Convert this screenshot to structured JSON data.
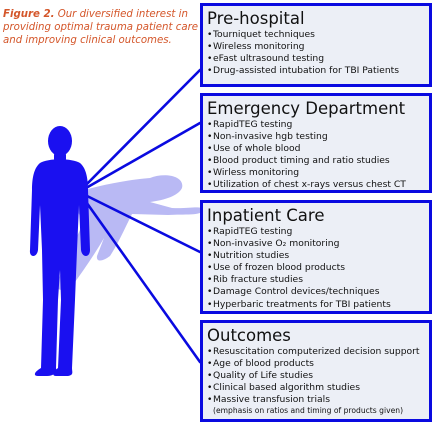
{
  "caption": {
    "label": "Figure 2.",
    "text": "Our diversified interest in providing optimal trauma patient care and improving clinical outcomes."
  },
  "colors": {
    "box_border": "#0a0ae0",
    "box_fill": "#eceff6",
    "person": "#1a10f0",
    "shadow": "#b9b9f4",
    "caption": "#d4562a"
  },
  "boxes": [
    {
      "id": "prehospital",
      "title": "Pre-hospital",
      "items": [
        "Tourniquet techniques",
        "Wireless monitoring",
        "eFast ultrasound testing",
        "Drug-assisted intubation for TBI Patients"
      ]
    },
    {
      "id": "ed",
      "title": "Emergency Department",
      "items": [
        "RapidTEG testing",
        "Non-invasive hgb testing",
        "Use of whole blood",
        "Blood product timing and ratio studies",
        "Wirless monitoring",
        "Utilization of chest x-rays versus chest CT"
      ]
    },
    {
      "id": "inpatient",
      "title": "Inpatient Care",
      "items": [
        "RapidTEG testing",
        "Non-invasive O₂ monitoring",
        "Nutrition studies",
        "Use of frozen blood products",
        "Rib fracture studies",
        "Damage Control devices/techniques",
        "Hyperbaric treatments for TBI patients"
      ]
    },
    {
      "id": "outcomes",
      "title": "Outcomes",
      "items": [
        "Resuscitation computerized decision support",
        "Age of blood products",
        "Quality of Life studies",
        "Clinical based algorithm studies",
        "Massive transfusion trials"
      ],
      "note": "(emphasis on ratios and timing of products given)"
    }
  ]
}
